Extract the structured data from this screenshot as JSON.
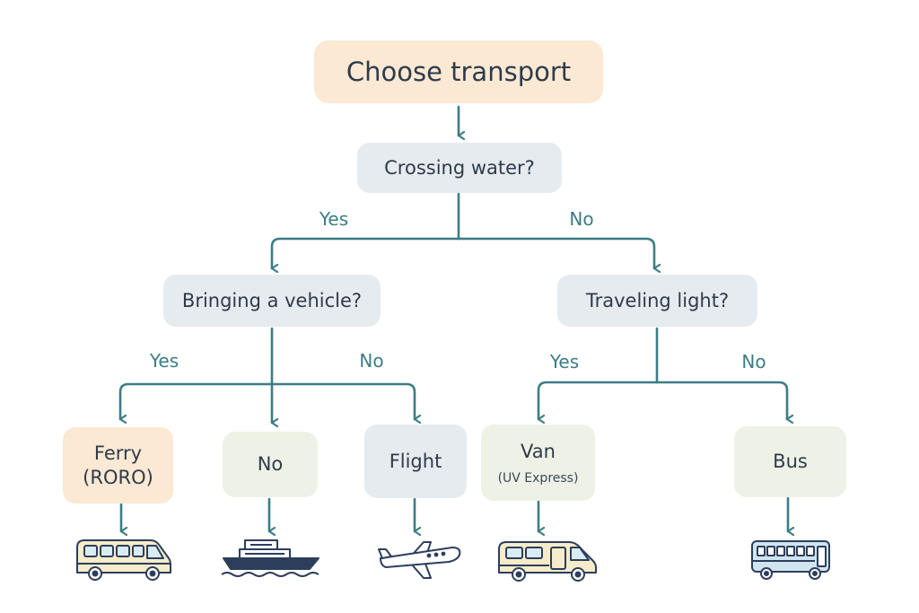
{
  "diagram": {
    "root": {
      "label": "Choose transport"
    },
    "q1": {
      "label": "Crossing water?"
    },
    "q2": {
      "label": "Bringing a vehicle?"
    },
    "q3": {
      "label": "Traveling light?"
    },
    "edge_labels": {
      "q1_yes": "Yes",
      "q1_no": "No",
      "q2_yes": "Yes",
      "q2_no": "No",
      "q3_yes": "Yes",
      "q3_no": "No"
    },
    "leaves": {
      "ferry": {
        "label": "Ferry\n(RORO)"
      },
      "no": {
        "label": "No"
      },
      "flight": {
        "label": "Flight"
      },
      "van": {
        "label": "Van",
        "sub": "(UV Express)"
      },
      "bus": {
        "label": "Bus"
      }
    },
    "icons": {
      "ferry": "van-icon",
      "no": "ship-icon",
      "flight": "airplane-icon",
      "van": "van-icon",
      "bus": "bus-icon"
    },
    "colors": {
      "connector": "#3c7d84",
      "root_fill": "#fbe9d4",
      "question_fill": "#e6ebf0",
      "ferry_fill": "#fbe9d4",
      "no_fill": "#eef2e6",
      "flight_fill": "#e6ebf0",
      "van_fill": "#eef2e6",
      "bus_fill": "#eef2e6"
    }
  }
}
